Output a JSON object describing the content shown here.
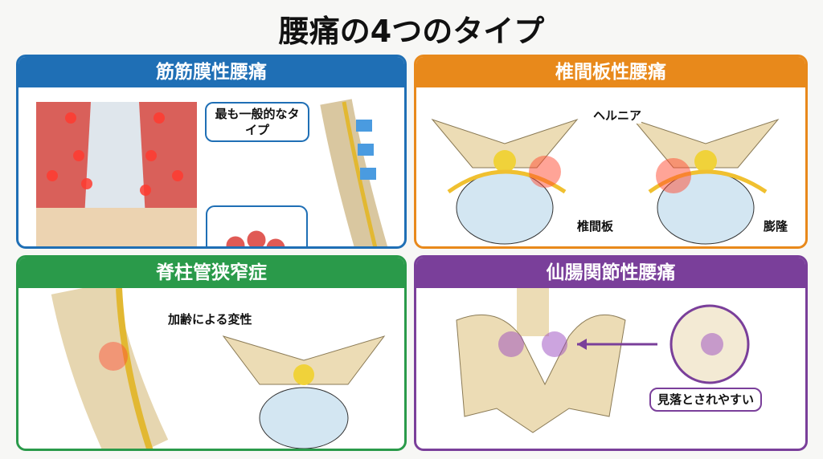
{
  "title": "腰痛の4つのタイプ",
  "panels": [
    {
      "title": "筋筋膜性腰痛",
      "color": "#1f6fb5",
      "label": "最も一般的なタイプ"
    },
    {
      "title": "椎間板性腰痛",
      "color": "#e8891b",
      "labels": [
        "ヘルニア",
        "椎間板",
        "膨隆"
      ]
    },
    {
      "title": "脊柱管狭窄症",
      "color": "#2a9a4a",
      "label": "加齢による変性"
    },
    {
      "title": "仙腸関節性腰痛",
      "color": "#7a3f9a",
      "label": "見落とされやすい"
    }
  ]
}
